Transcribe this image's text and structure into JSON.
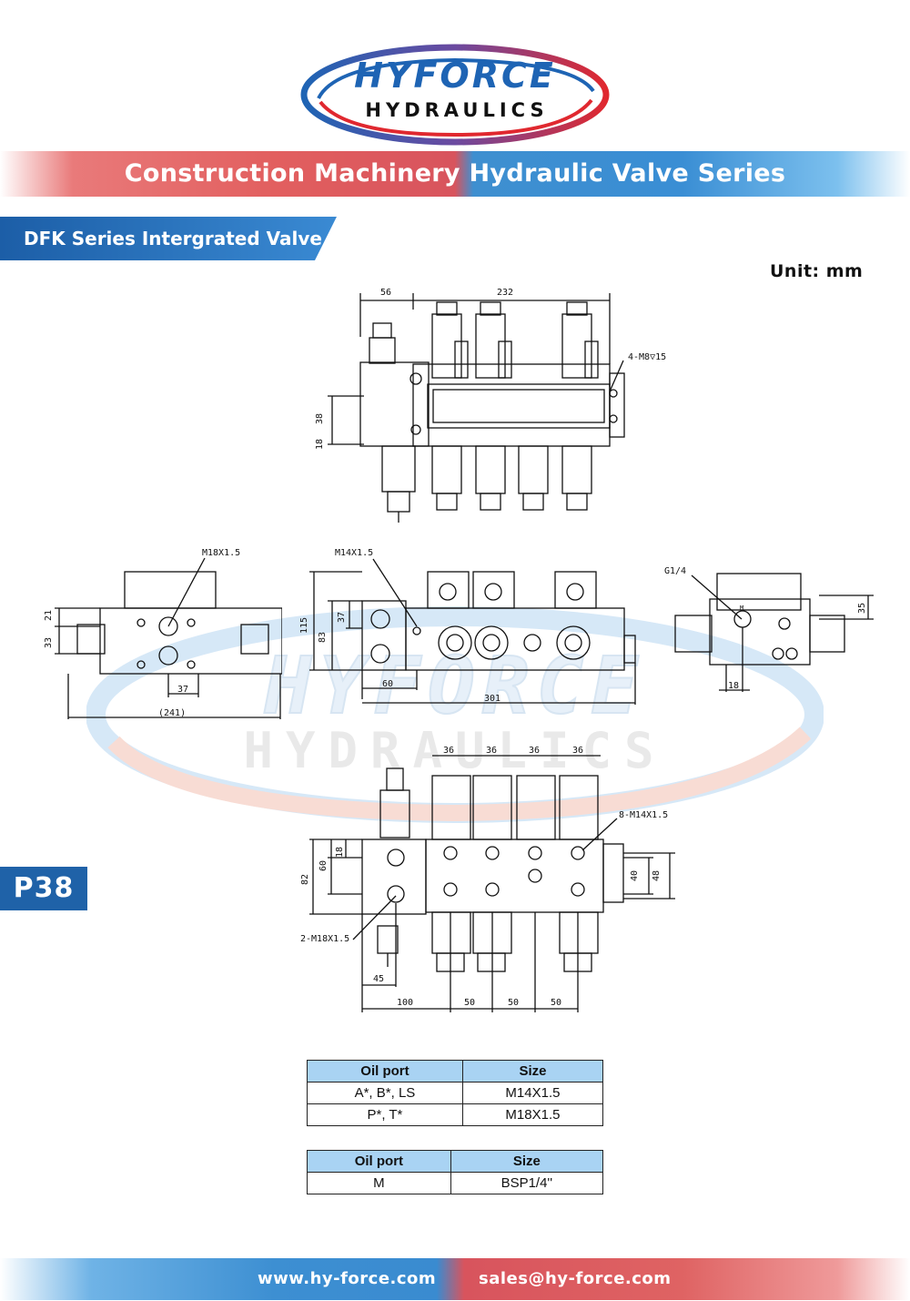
{
  "logo": {
    "line1": "HYFORCE",
    "line2": "HYDRAULICS"
  },
  "banner": {
    "title": "Construction Machinery Hydraulic Valve Series"
  },
  "section": {
    "title": "DFK Series Intergrated Valve"
  },
  "unit": "Unit: mm",
  "page_label": "P38",
  "watermark": {
    "line1": "HYFORCE",
    "line2": "HYDRAULICS"
  },
  "drawing_top": {
    "dims": [
      "56",
      "232",
      "4-M8▽15",
      "38",
      "18"
    ]
  },
  "drawing_left": {
    "dims": [
      "M18X1.5",
      "21",
      "33",
      "37",
      "(241)"
    ]
  },
  "drawing_front": {
    "dims": [
      "M14X1.5",
      "115",
      "83",
      "37",
      "60",
      "301"
    ]
  },
  "drawing_right": {
    "dims": [
      "G1/4",
      "M",
      "35",
      "18"
    ]
  },
  "drawing_bottom": {
    "dims": [
      "36",
      "36",
      "36",
      "36",
      "8-M14X1.5",
      "18",
      "60",
      "82",
      "40",
      "48",
      "2-M18X1.5",
      "45",
      "100",
      "50",
      "50",
      "50"
    ]
  },
  "table1": {
    "headers": [
      "Oil port",
      "Size"
    ],
    "rows": [
      [
        "A*, B*, LS",
        "M14X1.5"
      ],
      [
        "P*, T*",
        "M18X1.5"
      ]
    ]
  },
  "table2": {
    "headers": [
      "Oil port",
      "Size"
    ],
    "rows": [
      [
        "M",
        "BSP1/4''"
      ]
    ]
  },
  "footer": {
    "website": "www.hy-force.com",
    "email": "sales@hy-force.com"
  },
  "colors": {
    "brand_blue": "#1f62a8",
    "brand_red": "#d8343a",
    "table_header": "#a9d3f3"
  }
}
